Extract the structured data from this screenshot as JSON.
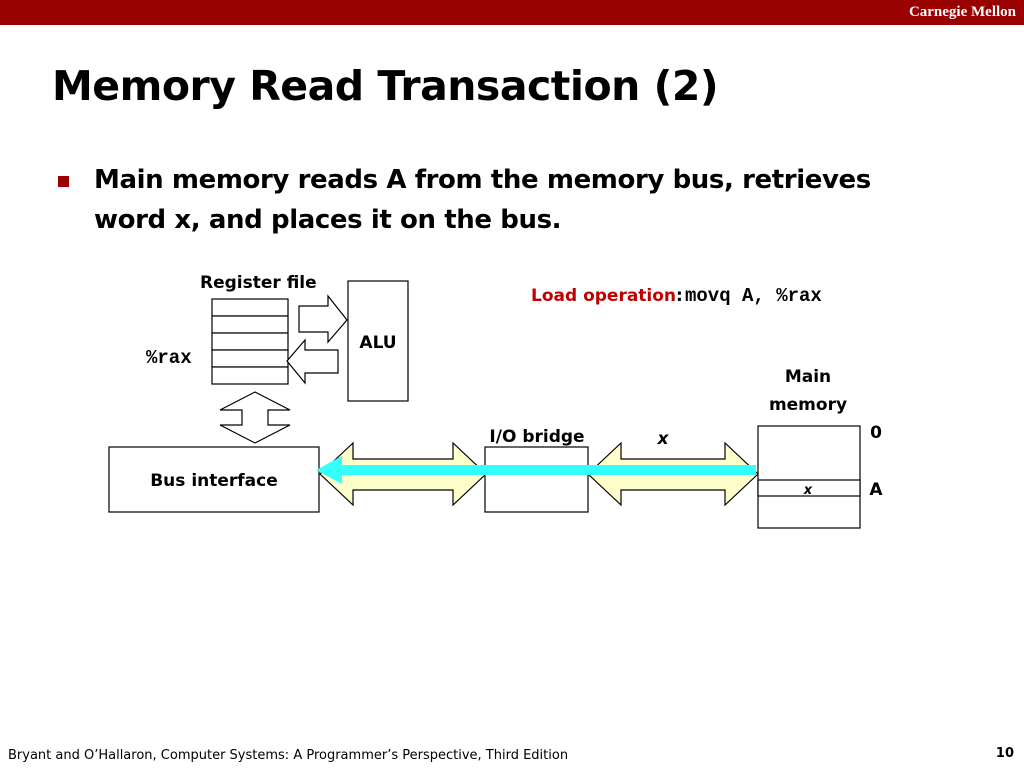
{
  "header": {
    "org": "Carnegie Mellon",
    "accent_color": "#990000"
  },
  "slide": {
    "title": "Memory Read Transaction (2)",
    "bullet": "Main memory reads A from the memory bus, retrieves word x, and places it on the bus."
  },
  "diagram": {
    "register_file_label": "Register file",
    "rax_label": "%rax",
    "alu_label": "ALU",
    "load_operation_label": "Load operation",
    "load_operation_colon": ":",
    "load_instruction": "movq A, %rax",
    "main_memory_line1": "Main",
    "main_memory_line2": "memory",
    "io_bridge_label": "I/O bridge",
    "bus_word_label": "x",
    "cell_word_label": "x",
    "address_zero": "0",
    "address_a": "A",
    "bus_interface_label": "Bus interface",
    "colors": {
      "data_flow": "#33ffff",
      "bus_fill": "#ffffcc",
      "load_label": "#c00000"
    }
  },
  "footer": {
    "citation": "Bryant and O’Hallaron, Computer Systems: A Programmer’s Perspective, Third Edition",
    "page_number": "10"
  }
}
